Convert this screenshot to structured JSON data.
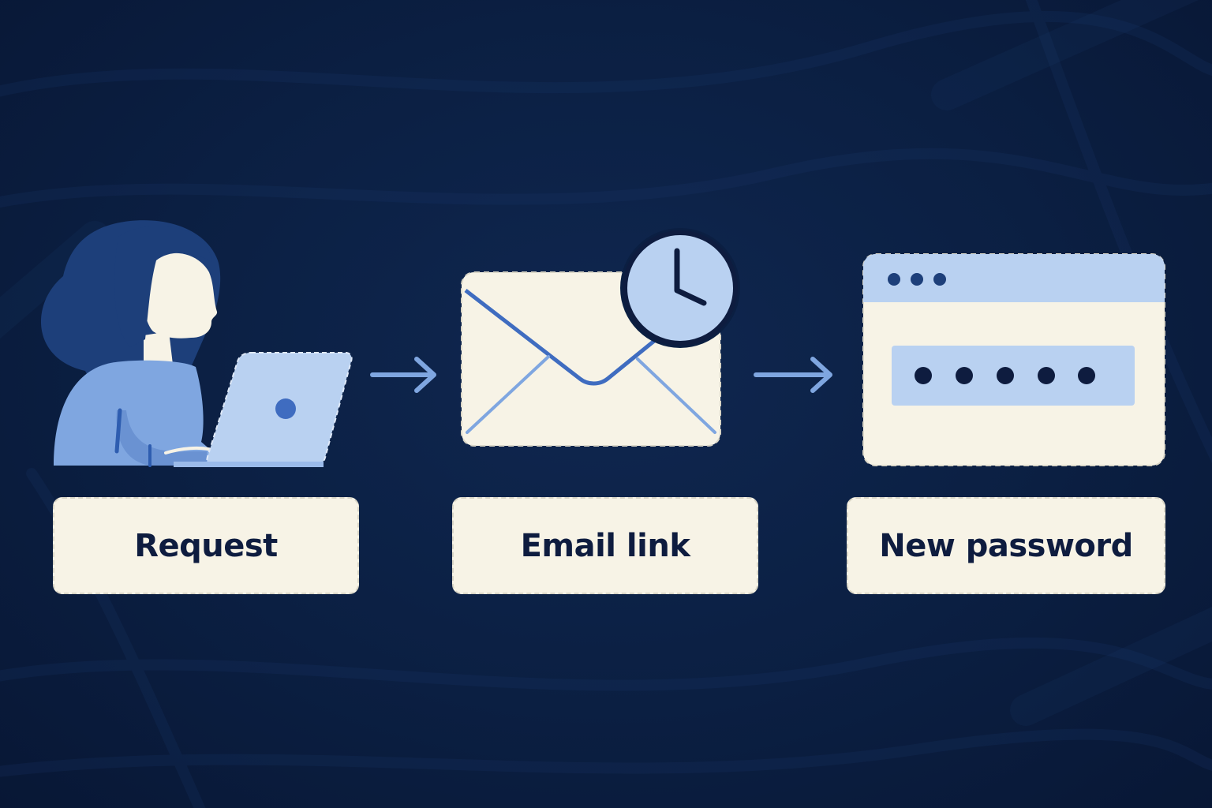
{
  "steps": [
    {
      "label": "Request",
      "icon": "person-laptop-icon"
    },
    {
      "label": "Email link",
      "icon": "envelope-clock-icon"
    },
    {
      "label": "New password",
      "icon": "browser-password-icon"
    }
  ],
  "colors": {
    "background": "#0b1f42",
    "paper": "#f7f3e6",
    "accent_light": "#b9d1f1",
    "accent_mid": "#7fa6e0",
    "accent_dark": "#3f6cc0",
    "ink": "#0e1c3f"
  },
  "password_mask_count": 5
}
